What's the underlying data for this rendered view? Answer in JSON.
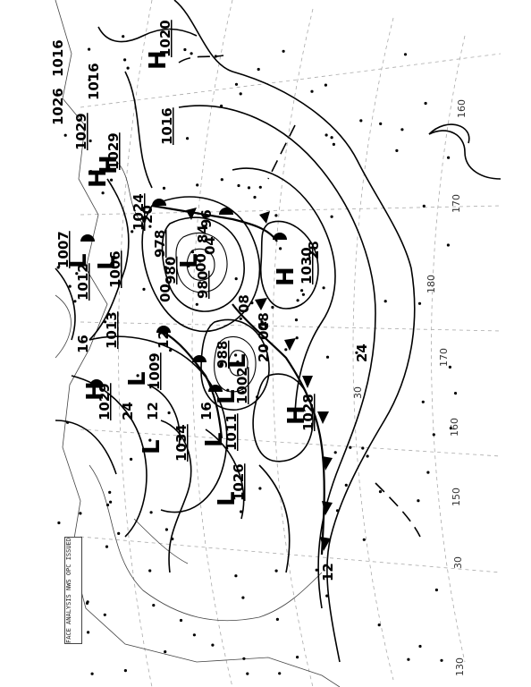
{
  "map": {
    "orientation": "rotated 90 degrees",
    "longitude_labels": [
      {
        "id": "lon-160e-top",
        "text": "160"
      },
      {
        "id": "lon-170",
        "text": "170"
      },
      {
        "id": "lon-180",
        "text": "180"
      },
      {
        "id": "lon-170b",
        "text": "170"
      },
      {
        "id": "lon-160",
        "text": "160"
      },
      {
        "id": "lon-150",
        "text": "150"
      },
      {
        "id": "lon-130",
        "text": "130"
      }
    ],
    "latitude_labels": [
      {
        "id": "lat-30-mid",
        "text": "30"
      },
      {
        "id": "lat-30-low",
        "text": "30"
      }
    ],
    "pressure_centers": [
      {
        "id": "high-top",
        "symbol": "H",
        "value": "1020"
      },
      {
        "id": "high-top-b",
        "symbol": "H",
        "value": "1016"
      },
      {
        "id": "high-north-a",
        "symbol": "H",
        "value": "1029"
      },
      {
        "id": "high-north-b",
        "symbol": "H",
        "value": "1029"
      },
      {
        "id": "high-east",
        "symbol": "H",
        "value": "1030"
      },
      {
        "id": "high-central",
        "symbol": "H",
        "value": "1028"
      },
      {
        "id": "high-west",
        "symbol": "H",
        "value": "1029"
      },
      {
        "id": "low-main",
        "symbol": "L",
        "value": "978"
      },
      {
        "id": "low-main-b",
        "symbol": "L",
        "value": "980"
      },
      {
        "id": "low-main-c",
        "symbol": "L",
        "value": "980"
      },
      {
        "id": "low-south",
        "symbol": "L",
        "value": "988"
      },
      {
        "id": "low-1002",
        "symbol": "L",
        "value": "1002"
      },
      {
        "id": "low-1009",
        "symbol": "L",
        "value": "1009"
      },
      {
        "id": "low-1006",
        "symbol": "L",
        "value": "1006"
      },
      {
        "id": "low-1012",
        "symbol": "L",
        "value": "1012"
      },
      {
        "id": "low-1013",
        "symbol": "L",
        "value": "1013"
      },
      {
        "id": "low-1011",
        "symbol": "L",
        "value": "1011"
      },
      {
        "id": "low-1026",
        "symbol": "L",
        "value": "1026"
      },
      {
        "id": "low-1034",
        "symbol": "L",
        "value": "1034"
      },
      {
        "id": "low-1024",
        "symbol": "L",
        "value": "1024"
      },
      {
        "id": "low-1007",
        "symbol": "L",
        "value": "1007"
      }
    ],
    "isobar_labels": [
      "1016",
      "1026",
      "1016",
      "12",
      "24",
      "28",
      "20",
      "04",
      "08",
      "12",
      "16",
      "24",
      "00",
      "96",
      "84",
      "00",
      "04",
      "08",
      "20",
      "12",
      "16"
    ],
    "panel_text": "SURFACE ANALYSIS  NWS  OPC  ISSUED"
  }
}
